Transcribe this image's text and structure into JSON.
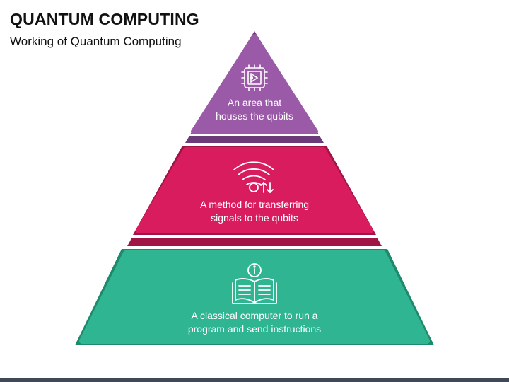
{
  "header": {
    "title": "QUANTUM COMPUTING",
    "subtitle": "Working of Quantum Computing"
  },
  "tiers": [
    {
      "lines": [
        "An area that",
        "houses the qubits"
      ],
      "icon": "chip-icon",
      "color": "#9b5aa8",
      "shade": "#6e3b7a"
    },
    {
      "lines": [
        "A method for transferring",
        "signals to the qubits"
      ],
      "icon": "wifi-signal-icon",
      "color": "#d81c5e",
      "shade": "#a01446"
    },
    {
      "lines": [
        "A classical computer to run a",
        "program and send instructions"
      ],
      "icon": "book-info-icon",
      "color": "#2fb592",
      "shade": "#1e8a6c"
    }
  ]
}
